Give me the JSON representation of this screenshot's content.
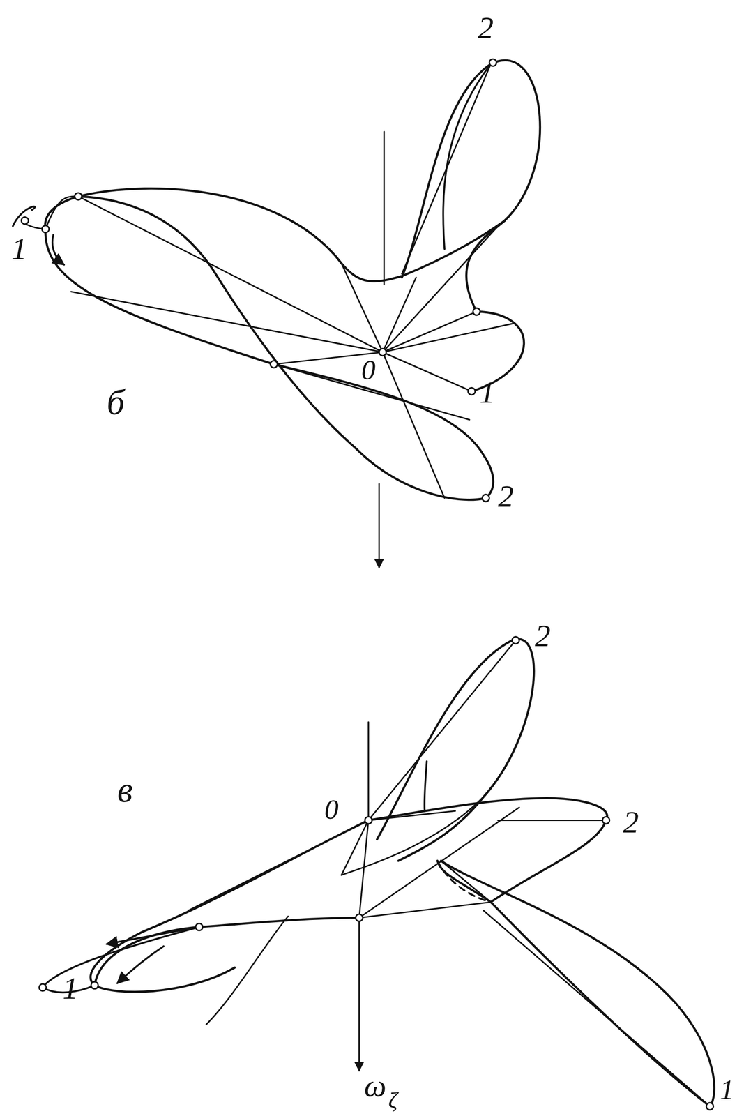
{
  "diagram": {
    "labels": [
      "2",
      "1",
      "0",
      "1",
      "2",
      "б",
      "2",
      "в",
      "0",
      "2",
      "1",
      "1",
      "ω",
      "ζ"
    ]
  }
}
